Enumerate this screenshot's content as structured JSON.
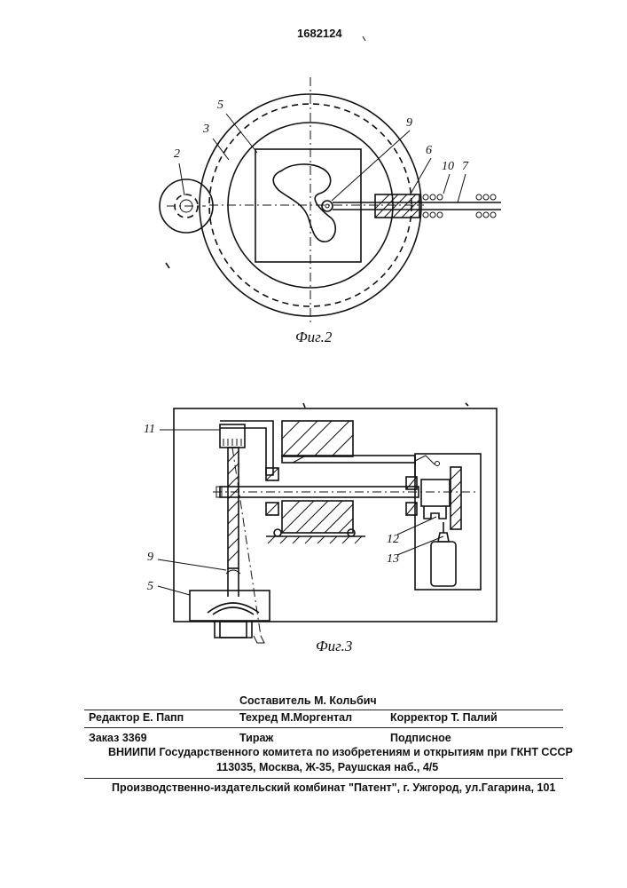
{
  "patent_number": "1682124",
  "figure2": {
    "caption": "Фиг.2",
    "labels": {
      "l2": "2",
      "l3": "3",
      "l5": "5",
      "l6": "6",
      "l7": "7",
      "l9": "9",
      "l10": "10"
    }
  },
  "figure3": {
    "caption": "Фиг.3",
    "labels": {
      "l5": "5",
      "l9": "9",
      "l11": "11",
      "l12": "12",
      "l13": "13"
    }
  },
  "footer": {
    "compiler": "Составитель  М. Кольбич",
    "editor": "Редактор  Е. Папп",
    "techred": "Техред М.Моргентал",
    "corrector": "Корректор  Т. Палий",
    "order": "Заказ  3369",
    "circulation": "Тираж",
    "subscription": "Подписное",
    "institute": "ВНИИПИ Государственного комитета по изобретениям и открытиям при ГКНТ СССР",
    "address": "113035, Москва, Ж-35, Раушская наб., 4/5",
    "publisher": "Производственно-издательский комбинат \"Патент\", г. Ужгород, ул.Гагарина, 101"
  }
}
